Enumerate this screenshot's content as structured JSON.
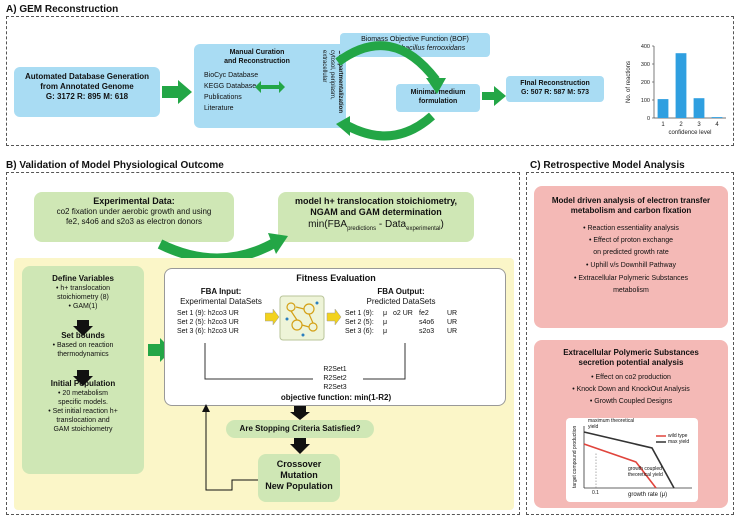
{
  "sectionA": {
    "title": "A) GEM Reconstruction",
    "auto_db": {
      "line1": "Automated Database Generation",
      "line2": "from Annotated Genome",
      "counts": "G: 3172 R: 895 M: 618"
    },
    "manual": {
      "title1": "Manual Curation",
      "title2": "and Reconstruction",
      "items": [
        "BioCyc Database",
        "KEGG Database",
        "Publications",
        "Literature"
      ]
    },
    "compartment": {
      "line1": "Compartmentalization",
      "line2": "cytosol, periplasm,",
      "line3": "extracellular"
    },
    "bof": {
      "line1": "Biomass Objective Function (BOF)",
      "line2_prefix": "for ",
      "line2_species": "Acidithiobacillus ferrooxidans"
    },
    "minimal": {
      "line1": "Minimal medium",
      "line2": "formulation"
    },
    "final": {
      "title": "FInal Reconstruction",
      "counts": "G: 507 R: 587 M: 573"
    },
    "chart": {
      "ylabel": "No. of reactions",
      "xlabel": "confidence level",
      "yticks": [
        "0",
        "100",
        "200",
        "300",
        "400"
      ],
      "categories": [
        "1",
        "2",
        "3",
        "4"
      ]
    }
  },
  "chart_data": {
    "type": "bar",
    "categories": [
      "1",
      "2",
      "3",
      "4"
    ],
    "values": [
      105,
      360,
      110,
      5
    ],
    "xlabel": "confidence level",
    "ylabel": "No. of reactions",
    "ylim": [
      0,
      400
    ],
    "color": "#2f9fe0"
  },
  "sectionB": {
    "title": "B) Validation of Model Physiological Outcome",
    "experimental": {
      "title": "Experimental Data:",
      "line1": "co2 fixation under aerobic growth and using",
      "line2": "fe2, s4o6 and s2o3 as electron donors"
    },
    "model": {
      "line1": "model h+ translocation stoichiometry,",
      "line2": "NGAM and GAM determination",
      "formula_min": "min(FBA",
      "sub_pred": "predictions",
      "minus": " - Data",
      "sub_exp": "experimental",
      "close": ")"
    },
    "define": {
      "title": "Define Variables",
      "items": [
        "• h+ translocation",
        "stoichiometry (8)",
        "• GAM(1)"
      ]
    },
    "bounds": {
      "title": "Set bounds",
      "items": [
        "• Based on reaction",
        "thermodynamics"
      ]
    },
    "population": {
      "title": "Initial Population",
      "items": [
        "• 20 metabolism",
        "specific models.",
        "• Set initial reaction h+",
        "translocation and",
        "GAM stoichiometry"
      ]
    },
    "fitness": {
      "title": "Fitness Evaluation",
      "input_title": "FBA Input:",
      "input_sub": "Experimental DataSets",
      "input_rows": [
        "Set 1 (9): h2co3 UR",
        "Set 2 (5): h2co3 UR",
        "Set 3 (6): h2co3 UR"
      ],
      "output_title": "FBA Output:",
      "output_sub": "Predicted DataSets",
      "output_rows": [
        "Set 1 (9):",
        "Set 2 (5):",
        "Set 3 (6):"
      ],
      "mu": [
        "μ",
        "μ",
        "μ"
      ],
      "o2": "o2 UR",
      "donors": [
        "fe2",
        "s4o6",
        "s2o3"
      ],
      "ur": [
        "UR",
        "UR",
        "UR"
      ],
      "r2": [
        "R2Set1",
        "R2Set2",
        "R2Set3"
      ],
      "objective": "objective function: min(1-R2)"
    },
    "stopping": "Are Stopping Criteria Satisfied?",
    "ga": {
      "line1": "Crossover",
      "line2": "Mutation",
      "line3": "New Population"
    }
  },
  "sectionC": {
    "title": "C) Retrospective Model Analysis",
    "box1": {
      "title1": "Model driven analysis of electron transfer",
      "title2": "metabolism and carbon fixation",
      "items": [
        "• Reaction essentiality analysis",
        "• Effect of proton exchange",
        "on predicted growth rate",
        "• Uphill v/s Downhill Pathway",
        "• Extracellular Polymeric Substances",
        "metabolism"
      ]
    },
    "box2": {
      "title1": "Extracellular Polymeric Substances",
      "title2": "secretion potential analysis",
      "items": [
        "• Effect on co2 production",
        "• Knock Down and KnockOut Analysis",
        "• Growth Coupled Designs"
      ]
    },
    "plot": {
      "max_label1": "maximum theoretical",
      "max_label2": "yield",
      "legend_wild": "wild type",
      "legend_max": "max yield",
      "coupled1": "growth coupled",
      "coupled2": "theoretical yield",
      "ylabel": "target compound production",
      "xlabel": "growth rate (μ)",
      "xtick": "0.1",
      "wild_color": "#e0443c",
      "max_color": "#333333"
    }
  }
}
